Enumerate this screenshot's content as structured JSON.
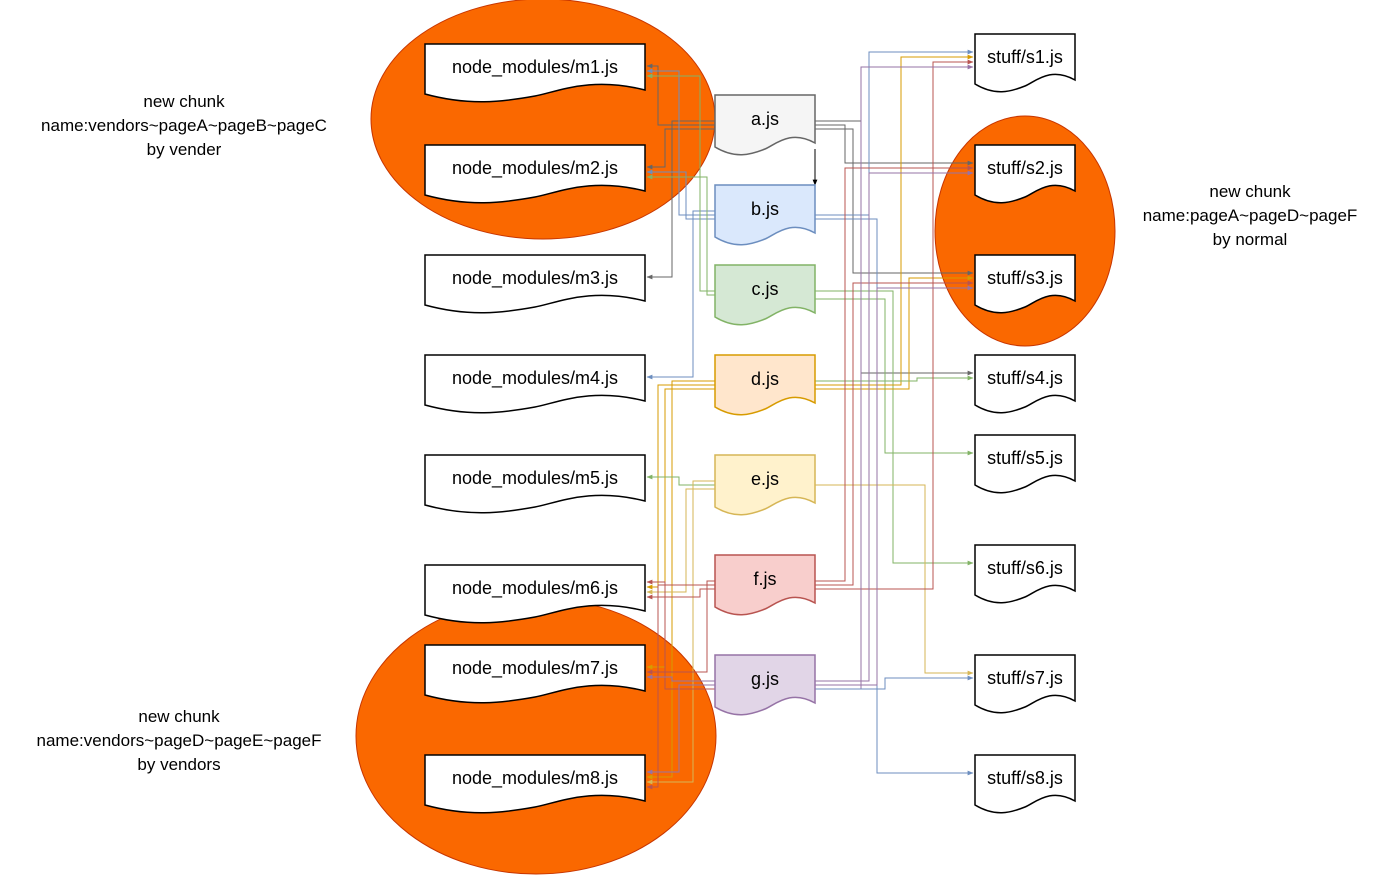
{
  "chunks": [
    {
      "id": "vendorsABC",
      "lines": [
        "new chunk",
        "name:vendors~pageA~pageB~pageC",
        "by vender"
      ]
    },
    {
      "id": "pageADF",
      "lines": [
        "new chunk",
        "name:pageA~pageD~pageF",
        "by normal"
      ]
    },
    {
      "id": "vendorsDEF",
      "lines": [
        "new chunk",
        "name:vendors~pageD~pageE~pageF",
        "by vendors"
      ]
    }
  ],
  "chunk_color": "#FA6800",
  "modules": [
    "node_modules/m1.js",
    "node_modules/m2.js",
    "node_modules/m3.js",
    "node_modules/m4.js",
    "node_modules/m5.js",
    "node_modules/m6.js",
    "node_modules/m7.js",
    "node_modules/m8.js"
  ],
  "stuff": [
    "stuff/s1.js",
    "stuff/s2.js",
    "stuff/s3.js",
    "stuff/s4.js",
    "stuff/s5.js",
    "stuff/s6.js",
    "stuff/s7.js",
    "stuff/s8.js"
  ],
  "pages": [
    {
      "id": "a",
      "label": "a.js",
      "fill": "#f5f5f5",
      "stroke": "#666666",
      "text": "#333333"
    },
    {
      "id": "b",
      "label": "b.js",
      "fill": "#dae8fc",
      "stroke": "#6c8ebf",
      "text": "#000000"
    },
    {
      "id": "c",
      "label": "c.js",
      "fill": "#d5e8d4",
      "stroke": "#82b366",
      "text": "#000000"
    },
    {
      "id": "d",
      "label": "d.js",
      "fill": "#ffe6cc",
      "stroke": "#d79b00",
      "text": "#000000"
    },
    {
      "id": "e",
      "label": "e.js",
      "fill": "#fff2cc",
      "stroke": "#d6b656",
      "text": "#000000"
    },
    {
      "id": "f",
      "label": "f.js",
      "fill": "#f8cecc",
      "stroke": "#b85450",
      "text": "#000000"
    },
    {
      "id": "g",
      "label": "g.js",
      "fill": "#e1d5e7",
      "stroke": "#9673a6",
      "text": "#000000"
    }
  ],
  "edges": [
    {
      "from": "a",
      "to": "b",
      "color": "#000000"
    },
    {
      "from": "a",
      "to": "m1",
      "color": "#666666"
    },
    {
      "from": "a",
      "to": "m2",
      "color": "#666666"
    },
    {
      "from": "a",
      "to": "m3",
      "color": "#666666"
    },
    {
      "from": "a",
      "to": "s2",
      "color": "#666666"
    },
    {
      "from": "a",
      "to": "s3",
      "color": "#666666"
    },
    {
      "from": "a",
      "to": "s4",
      "color": "#666666"
    },
    {
      "from": "b",
      "to": "m1",
      "color": "#6c8ebf"
    },
    {
      "from": "b",
      "to": "m2",
      "color": "#6c8ebf"
    },
    {
      "from": "b",
      "to": "m4",
      "color": "#6c8ebf"
    },
    {
      "from": "b",
      "to": "s1",
      "color": "#6c8ebf"
    },
    {
      "from": "b",
      "to": "s8",
      "color": "#6c8ebf"
    },
    {
      "from": "c",
      "to": "m1",
      "color": "#82b366"
    },
    {
      "from": "c",
      "to": "m2",
      "color": "#82b366"
    },
    {
      "from": "c",
      "to": "s5",
      "color": "#82b366"
    },
    {
      "from": "c",
      "to": "s6",
      "color": "#82b366"
    },
    {
      "from": "d",
      "to": "m6",
      "color": "#d79b00"
    },
    {
      "from": "d",
      "to": "m7",
      "color": "#d79b00"
    },
    {
      "from": "d",
      "to": "m8",
      "color": "#d79b00"
    },
    {
      "from": "d",
      "to": "s1",
      "color": "#d79b00"
    },
    {
      "from": "d",
      "to": "s3",
      "color": "#d79b00"
    },
    {
      "from": "d",
      "to": "s4",
      "color": "#82b366"
    },
    {
      "from": "e",
      "to": "m5",
      "color": "#82b366"
    },
    {
      "from": "e",
      "to": "m6",
      "color": "#d6b656"
    },
    {
      "from": "e",
      "to": "m8",
      "color": "#d6b656"
    },
    {
      "from": "e",
      "to": "s7",
      "color": "#d6b656"
    },
    {
      "from": "f",
      "to": "m6",
      "color": "#b85450"
    },
    {
      "from": "f",
      "to": "m7",
      "color": "#b85450"
    },
    {
      "from": "f",
      "to": "m8",
      "color": "#b85450"
    },
    {
      "from": "f",
      "to": "s1",
      "color": "#b85450"
    },
    {
      "from": "f",
      "to": "s2",
      "color": "#b85450"
    },
    {
      "from": "f",
      "to": "s3",
      "color": "#b85450"
    },
    {
      "from": "g",
      "to": "m6",
      "color": "#b85450"
    },
    {
      "from": "g",
      "to": "m7",
      "color": "#9673a6"
    },
    {
      "from": "g",
      "to": "m8",
      "color": "#9673a6"
    },
    {
      "from": "g",
      "to": "s1",
      "color": "#9673a6"
    },
    {
      "from": "g",
      "to": "s2",
      "color": "#9673a6"
    },
    {
      "from": "g",
      "to": "s3",
      "color": "#9673a6"
    },
    {
      "from": "g",
      "to": "s7",
      "color": "#6c8ebf"
    }
  ]
}
